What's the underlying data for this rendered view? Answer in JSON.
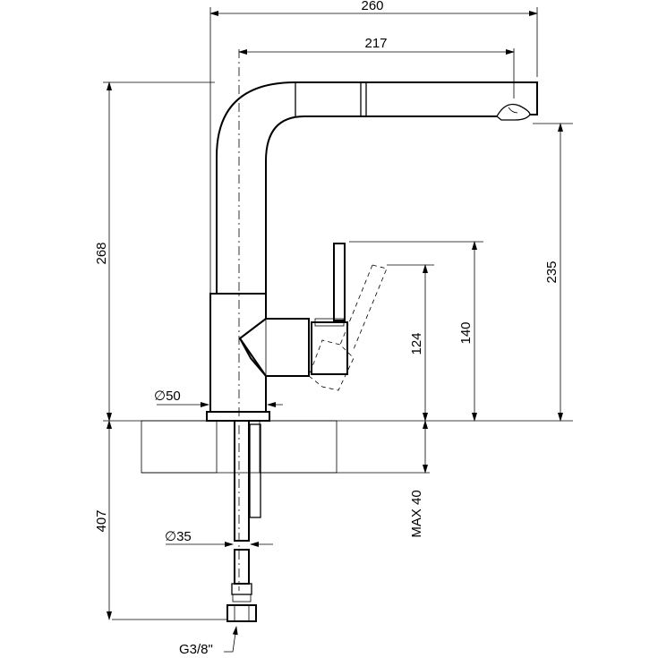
{
  "dimensions": {
    "overall_reach": "260",
    "spout_reach": "217",
    "total_height": "268",
    "spout_height": "235",
    "lever_height": "140",
    "body_height": "124",
    "base_diameter": "50",
    "shank_diameter": "35",
    "below_deck_length": "407",
    "max_deck_thickness": "MAX 40",
    "connection_thread": "G3/8\""
  },
  "symbols": {
    "diameter": "∅"
  }
}
